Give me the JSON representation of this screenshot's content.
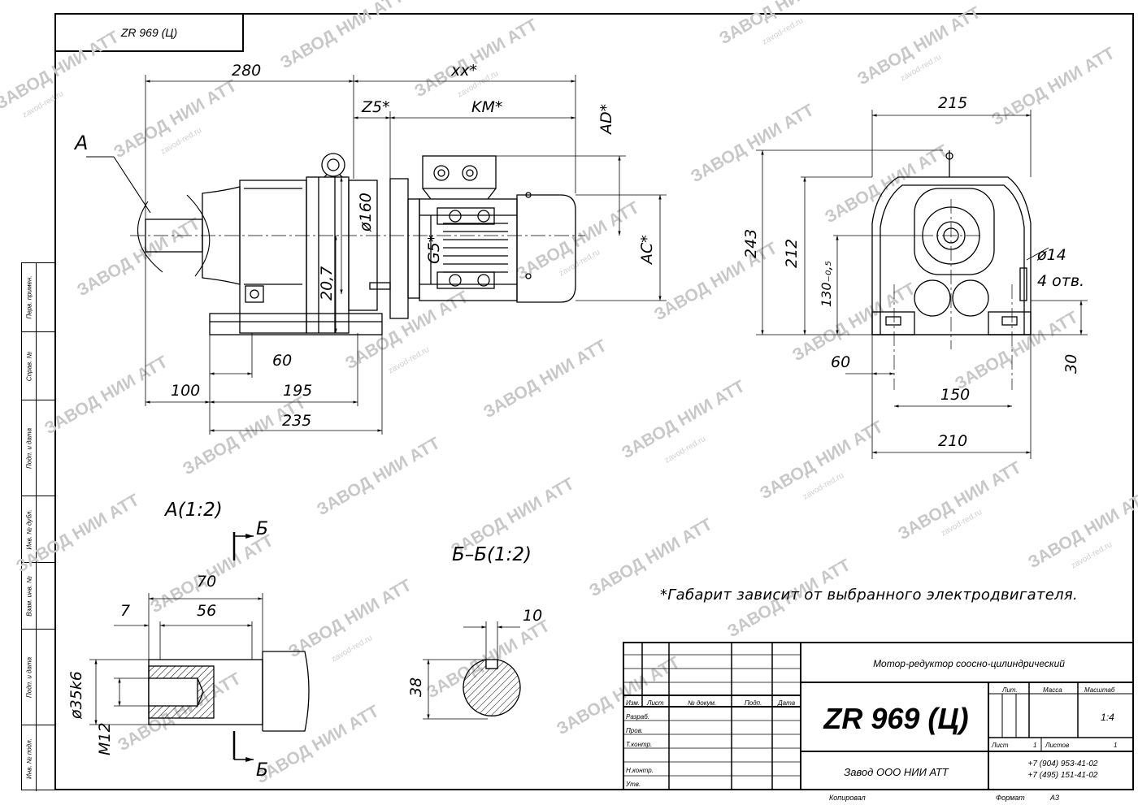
{
  "drawing": {
    "stamp_code": "ZR 969 (Ц)",
    "view_a_label": "A",
    "detail_a_title": "A(1:2)",
    "section_title": "Б–Б(1:2)",
    "section_mark": "Б",
    "note": "*Габарит зависит от выбранного электродвигателя."
  },
  "dimensions": {
    "front": {
      "d280": "280",
      "xx": "xx*",
      "z5": "Z5*",
      "km": "KM*",
      "ad": "AD*",
      "ac": "AC*",
      "phi160": "ø160",
      "g5": "G5*",
      "d207": "20,7",
      "d60": "60",
      "d100": "100",
      "d195": "195",
      "d235": "235"
    },
    "side": {
      "d215": "215",
      "d243": "243",
      "d212": "212",
      "d130": "130₋₀,₅",
      "phi14": "ø14",
      "holes": "4 отв.",
      "d30": "30",
      "d60": "60",
      "d150": "150",
      "d210": "210"
    },
    "detail": {
      "d70": "70",
      "d7": "7",
      "d56": "56",
      "phi35": "ø35k6",
      "m12": "M12",
      "d10": "10",
      "d38": "38"
    }
  },
  "side_panel": [
    "Перв. примен.",
    "Справ. №",
    "Подп. и дата",
    "Инв. № дубл.",
    "Взам. инв. №",
    "Подп. и дата",
    "Инв. № подл."
  ],
  "title_block": {
    "description": "Мотор-редуктор соосно-цилиндрический",
    "designation": "ZR 969 (Ц)",
    "company": "Завод ООО НИИ АТТ",
    "phone1": "+7 (904) 953-41-02",
    "phone2": "+7 (495) 151-41-02",
    "header_izm": "Изм.",
    "header_list": "Лист",
    "header_doc": "№ докум.",
    "header_sign": "Подп.",
    "header_date": "Дата",
    "row_razrab": "Разраб.",
    "row_prov": "Пров.",
    "row_tkontr": "Т.контр.",
    "row_nkontr": "Н.контр.",
    "row_utv": "Утв.",
    "lit": "Лит.",
    "massa": "Масса",
    "masshtab": "Масштаб",
    "scale_value": "1:4",
    "list_label": "Лист",
    "list_value": "1",
    "listov_label": "Листов",
    "listov_value": "1",
    "kopiroval": "Копировал",
    "format_label": "Формат",
    "format_value": "A3"
  },
  "watermark": {
    "main": "ЗАВОД НИИ АТТ",
    "site": "zavod-red.ru"
  }
}
